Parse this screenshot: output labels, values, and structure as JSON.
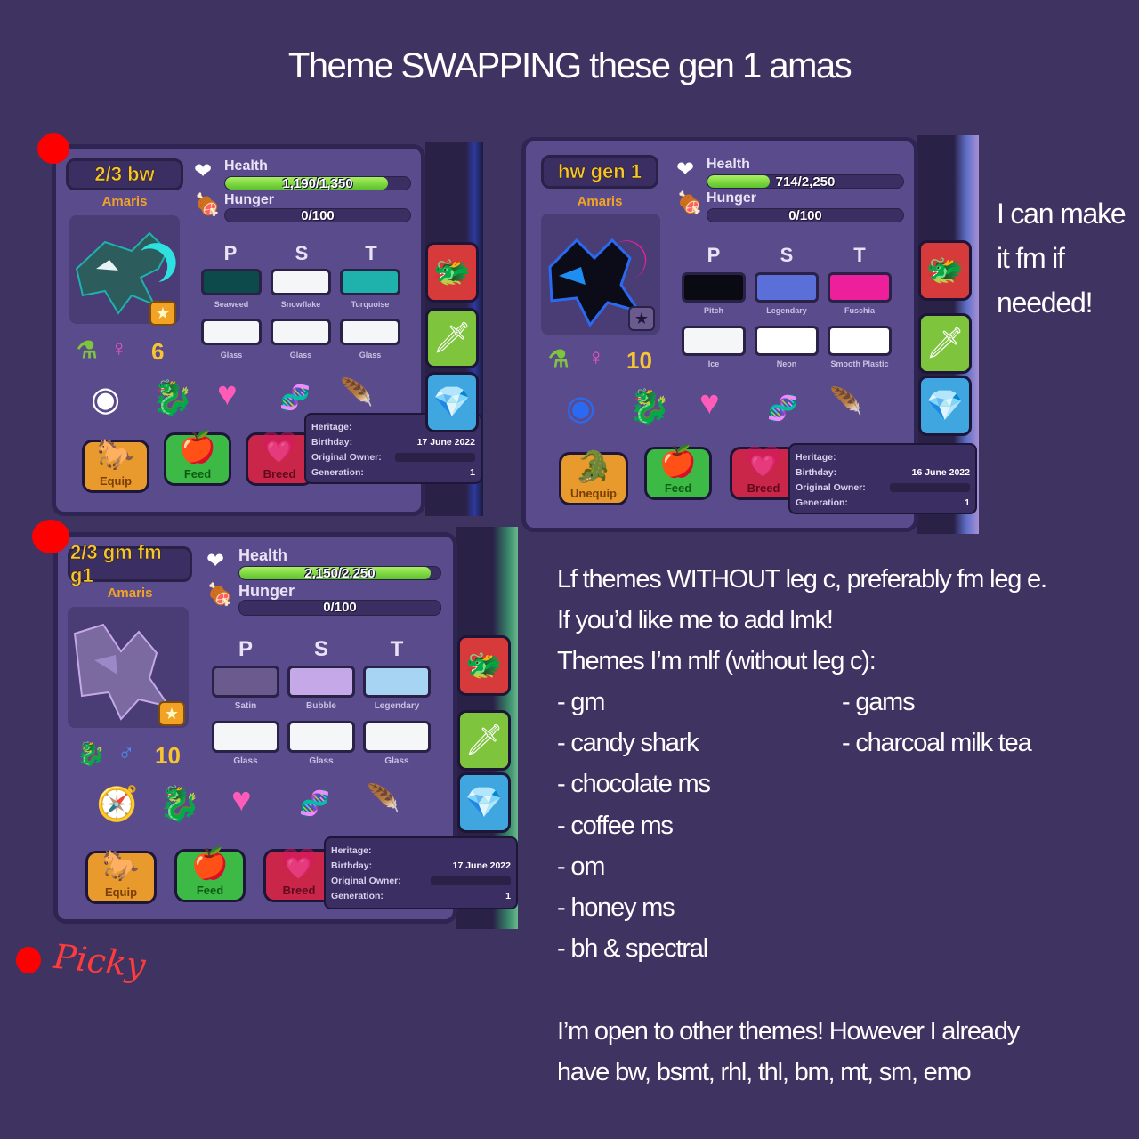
{
  "title": "Theme SWAPPING these gen 1 amas",
  "side_note": [
    "I can make",
    "it fm if",
    "needed!"
  ],
  "cards": [
    {
      "id": "card1",
      "name": "2/3 bw",
      "owner": "Amaris",
      "health_label": "Health",
      "health_value": "1,190/1,350",
      "health_fraction": 0.88,
      "hunger_label": "Hunger",
      "hunger_value": "0/100",
      "pst_headers": [
        "P",
        "S",
        "T"
      ],
      "colors": [
        {
          "label": "Seaweed",
          "hex": "#0d4a4c"
        },
        {
          "label": "Snowflake",
          "hex": "#f4f6f8"
        },
        {
          "label": "Turquoise",
          "hex": "#1fb2ac"
        }
      ],
      "materials": [
        "Glass",
        "Glass",
        "Glass"
      ],
      "age": "6",
      "gender_icon": "female-icon",
      "actions": [
        "Equip",
        "Feed",
        "Breed"
      ],
      "info": {
        "heritage_label": "Heritage:",
        "birthday_label": "Birthday:",
        "birthday_value": "17 June 2022",
        "owner_label": "Original Owner:",
        "generation_label": "Generation:",
        "generation_value": "1"
      },
      "dna_count": "5"
    },
    {
      "id": "card2",
      "name": "hw gen 1",
      "owner": "Amaris",
      "health_label": "Health",
      "health_value": "714/2,250",
      "health_fraction": 0.32,
      "hunger_label": "Hunger",
      "hunger_value": "0/100",
      "pst_headers": [
        "P",
        "S",
        "T"
      ],
      "colors": [
        {
          "label": "Pitch",
          "hex": "#0a0a12"
        },
        {
          "label": "Legendary",
          "hex": "#5a6fd8"
        },
        {
          "label": "Fuschia",
          "hex": "#ee1f9a"
        }
      ],
      "materials": [
        "Ice",
        "Neon",
        "Smooth Plastic"
      ],
      "age": "10",
      "gender_icon": "female-icon",
      "actions": [
        "Unequip",
        "Feed",
        "Breed"
      ],
      "info": {
        "heritage_label": "Heritage:",
        "birthday_label": "Birthday:",
        "birthday_value": "16 June 2022",
        "owner_label": "Original Owner:",
        "generation_label": "Generation:",
        "generation_value": "1"
      }
    },
    {
      "id": "card3",
      "name": "2/3 gm fm g1",
      "owner": "Amaris",
      "health_label": "Health",
      "health_value": "2,150/2,250",
      "health_fraction": 0.95,
      "hunger_label": "Hunger",
      "hunger_value": "0/100",
      "pst_headers": [
        "P",
        "S",
        "T"
      ],
      "colors": [
        {
          "label": "Satin",
          "hex": "#6a5a8e"
        },
        {
          "label": "Bubble",
          "hex": "#c5a8e8"
        },
        {
          "label": "Legendary",
          "hex": "#a8d4f4"
        }
      ],
      "materials": [
        "Glass",
        "Glass",
        "Glass"
      ],
      "age": "10",
      "gender_icon": "male-icon",
      "actions": [
        "Equip",
        "Feed",
        "Breed"
      ],
      "info": {
        "heritage_label": "Heritage:",
        "birthday_label": "Birthday:",
        "birthday_value": "17 June 2022",
        "owner_label": "Original Owner:",
        "generation_label": "Generation:",
        "generation_value": "1"
      },
      "dna_count": "5"
    }
  ],
  "picky_label": "Picky",
  "body_text": [
    "Lf themes WITHOUT leg c, preferably fm leg e.",
    "If you’d like me to add lmk!",
    "Themes I’m mlf (without leg c):"
  ],
  "themes_left": [
    "- gm",
    "- candy shark",
    "- chocolate ms",
    "- coffee ms",
    "- om",
    "- honey ms",
    "- bh & spectral"
  ],
  "themes_right": [
    "- gams",
    "- charcoal milk tea"
  ],
  "closing_text": [
    "I’m open to other themes! However I already",
    "have bw, bsmt, rhl, thl, bm, mt, sm, emo"
  ],
  "colors": {
    "background": "#3f3361",
    "panel": "#5a4b8c",
    "accent_gold": "#f7c531",
    "marker_red": "#ff0000"
  }
}
